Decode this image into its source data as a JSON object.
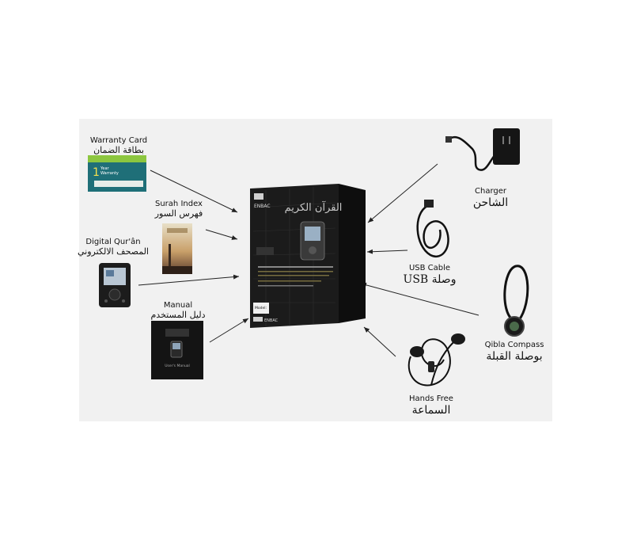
{
  "items": {
    "warranty": {
      "label_en": "Warranty Card",
      "label_ar": "بطاقة الضمان",
      "card_line1": "1",
      "card_line2": "Year",
      "card_line3": "Warranty"
    },
    "surah_index": {
      "label_en": "Surah Index",
      "label_ar": "فهرس السور"
    },
    "digital_quran": {
      "label_en": "Digital Qur'ân",
      "label_ar": "المصحف الالكتروني"
    },
    "manual": {
      "label_en": "Manual",
      "label_ar": "دليل المستخدم",
      "cover_text": "User's Manual"
    },
    "charger": {
      "label_en": "Charger",
      "label_ar": "الشاحن"
    },
    "usb_cable": {
      "label_en": "USB Cable",
      "label_ar": "وصلة USB"
    },
    "qibla": {
      "label_en": "Qibla Compass",
      "label_ar": "بوصلة القبلة"
    },
    "hands_free": {
      "label_en": "Hands Free",
      "label_ar": "السماعة"
    }
  },
  "product_box": {
    "brand": "ENBAC",
    "arabic_title": "القرآن الكريم",
    "model": "Model:"
  },
  "colors": {
    "background": "#f1f1f1",
    "box": "#1a1a1a",
    "warranty_green": "#8cc63f",
    "warranty_teal": "#1f6f78",
    "arrow": "#222222"
  }
}
